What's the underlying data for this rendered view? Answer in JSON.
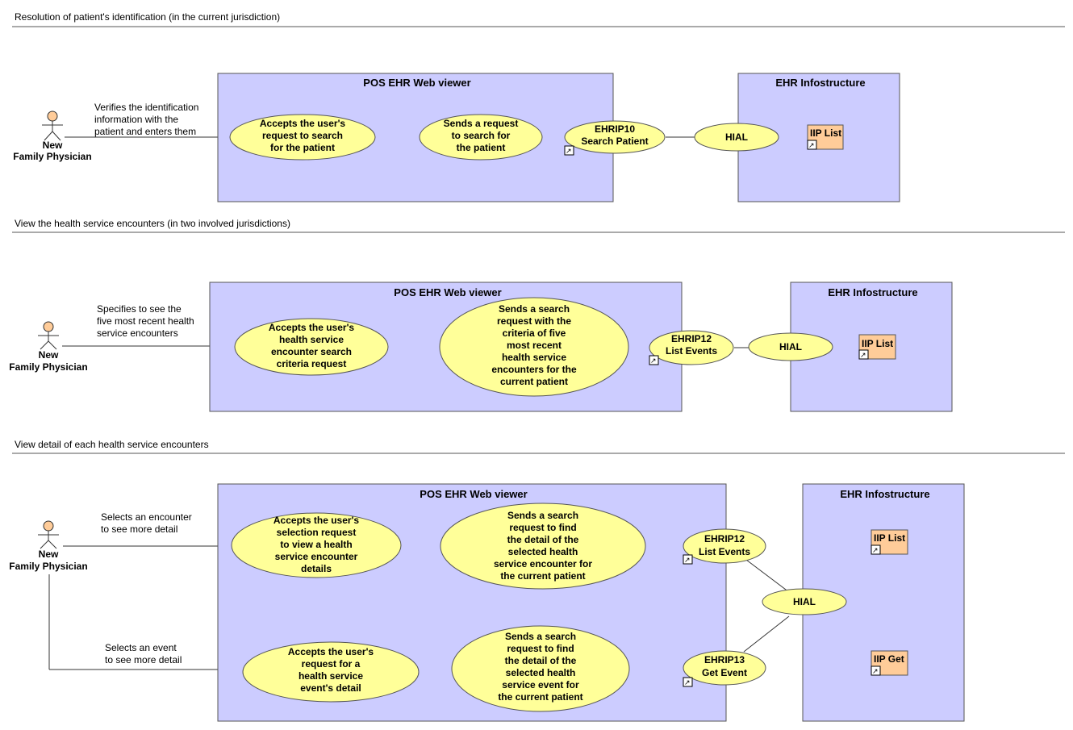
{
  "colors": {
    "system_fill": "#ccccff",
    "system_stroke": "#555555",
    "usecase_fill": "#ffff99",
    "usecase_stroke": "#555555",
    "component_fill": "#ffcc99",
    "actor_fill": "#ffcc99",
    "line": "#333333"
  },
  "sections": [
    {
      "title": "Resolution of patient's identification (in the current jurisdiction)",
      "actor": [
        "New",
        "Family Physician"
      ],
      "note": [
        "Verifies the identification",
        "information with the",
        "patient and enters them"
      ],
      "system_title": "POS EHR Web viewer",
      "uc1": [
        "Accepts the user's",
        "request to search",
        "for the patient"
      ],
      "uc2": [
        "Sends a request",
        "to search for",
        "the patient"
      ],
      "interaction": [
        "EHRIP10",
        "Search Patient"
      ],
      "hial": [
        "HIAL"
      ],
      "infra_title": "EHR Infostructure",
      "components": [
        [
          "IIP List"
        ]
      ]
    },
    {
      "title": "View the health service encounters (in two involved jurisdictions)",
      "actor": [
        "New",
        "Family Physician"
      ],
      "note": [
        "Specifies to see the",
        "five most recent health",
        "service encounters"
      ],
      "system_title": "POS EHR Web viewer",
      "uc1": [
        "Accepts the user's",
        "health service",
        "encounter search",
        "criteria request"
      ],
      "uc2": [
        "Sends a search",
        "request with the",
        "criteria of five",
        "most recent",
        "health service",
        "encounters for the",
        "current patient"
      ],
      "interaction": [
        "EHRIP12",
        "List Events"
      ],
      "hial": [
        "HIAL"
      ],
      "infra_title": "EHR Infostructure",
      "components": [
        [
          "IIP List"
        ]
      ]
    },
    {
      "title": "View detail of each health service encounters",
      "actor": [
        "New",
        "Family Physician"
      ],
      "note": [
        "Selects an encounter",
        "to see more detail"
      ],
      "note2": [
        "Selects an event",
        "to see more detail"
      ],
      "system_title": "POS EHR Web viewer",
      "uc1": [
        "Accepts the user's",
        "selection request",
        "to view a health",
        "service encounter",
        "details"
      ],
      "uc2": [
        "Sends a search",
        "request to find",
        "the detail of the",
        "selected health",
        "service encounter for",
        "the current patient"
      ],
      "uc3": [
        "Accepts the user's",
        "request for a",
        "health service",
        "event's detail"
      ],
      "uc4": [
        "Sends a search",
        "request to find",
        "the detail of the",
        "selected health",
        "service event for",
        "the current patient"
      ],
      "interaction": [
        "EHRIP12",
        "List Events"
      ],
      "interaction2": [
        "EHRIP13",
        "Get Event"
      ],
      "hial": [
        "HIAL"
      ],
      "infra_title": "EHR Infostructure",
      "components": [
        [
          "IIP List"
        ],
        [
          "IIP Get"
        ]
      ]
    }
  ]
}
